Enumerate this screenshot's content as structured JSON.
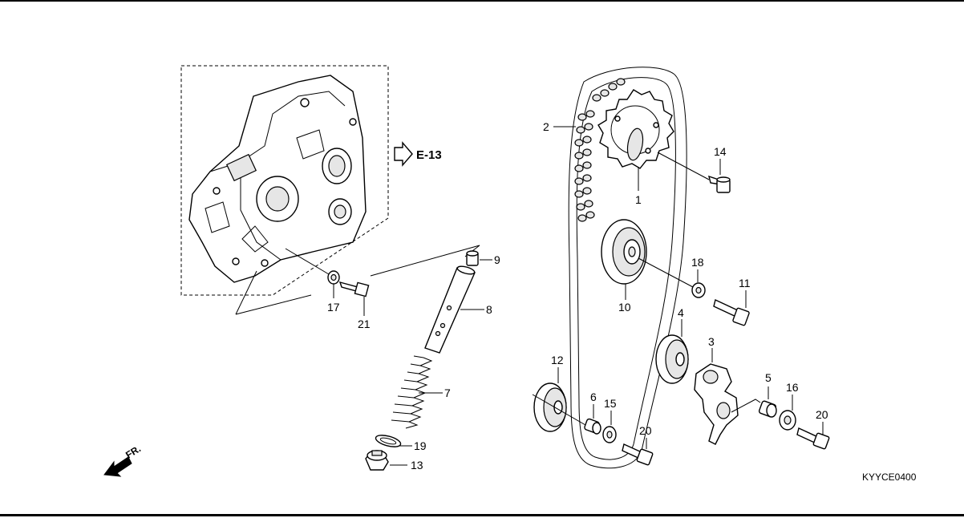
{
  "diagram": {
    "reference": {
      "arrow": "hollow-right-arrow",
      "label": "E-13"
    },
    "drawing_code": "KYYCE0400",
    "direction": {
      "label": "FR.",
      "icon": "front-direction-arrow-icon"
    },
    "callouts": [
      {
        "id": "c1",
        "label": "1",
        "part": "cam-sprocket"
      },
      {
        "id": "c2",
        "label": "2",
        "part": "cam-chain"
      },
      {
        "id": "c3",
        "label": "3",
        "part": "tensioner-arm"
      },
      {
        "id": "c4",
        "label": "4",
        "part": "roller"
      },
      {
        "id": "c5",
        "label": "5",
        "part": "collar"
      },
      {
        "id": "c6",
        "label": "6",
        "part": "collar"
      },
      {
        "id": "c7",
        "label": "7",
        "part": "spring"
      },
      {
        "id": "c8",
        "label": "8",
        "part": "push-rod"
      },
      {
        "id": "c9",
        "label": "9",
        "part": "cap"
      },
      {
        "id": "c10",
        "label": "10",
        "part": "guide-roller"
      },
      {
        "id": "c11",
        "label": "11",
        "part": "bolt"
      },
      {
        "id": "c12",
        "label": "12",
        "part": "roller"
      },
      {
        "id": "c13",
        "label": "13",
        "part": "sealing-bolt"
      },
      {
        "id": "c14",
        "label": "14",
        "part": "bolt"
      },
      {
        "id": "c15",
        "label": "15",
        "part": "washer"
      },
      {
        "id": "c16",
        "label": "16",
        "part": "washer"
      },
      {
        "id": "c17",
        "label": "17",
        "part": "washer"
      },
      {
        "id": "c18",
        "label": "18",
        "part": "washer"
      },
      {
        "id": "c19",
        "label": "19",
        "part": "o-ring"
      },
      {
        "id": "c20a",
        "label": "20",
        "part": "bolt"
      },
      {
        "id": "c20b",
        "label": "20",
        "part": "bolt"
      },
      {
        "id": "c21",
        "label": "21",
        "part": "bolt"
      }
    ]
  }
}
